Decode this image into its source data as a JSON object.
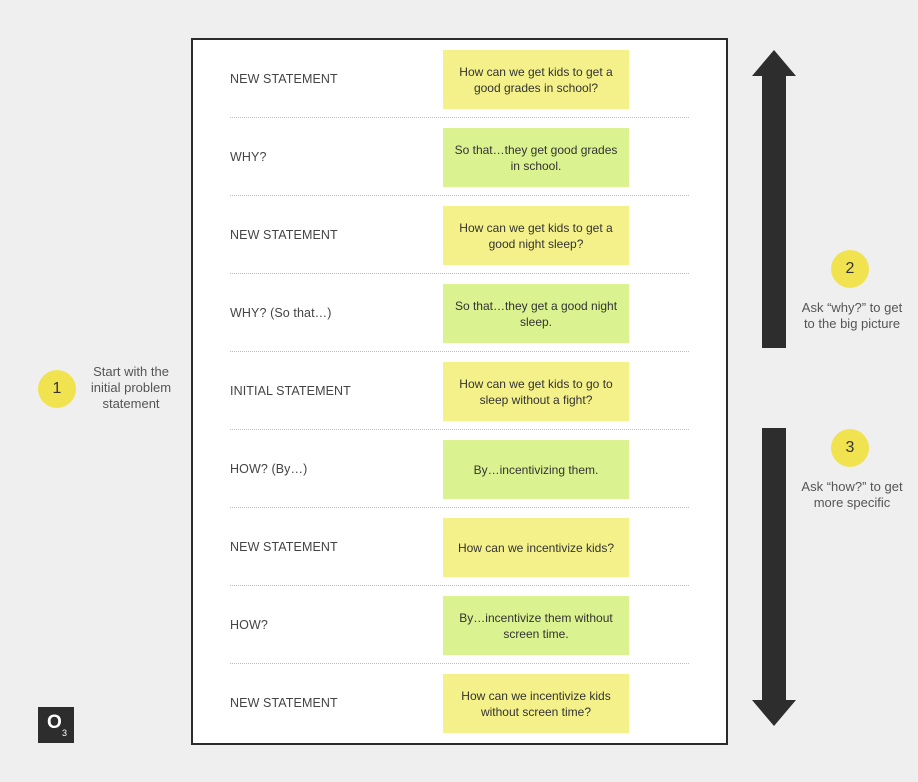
{
  "rows": [
    {
      "label": "NEW STATEMENT",
      "note": "How can we get kids to get a good grades in school?",
      "color": "#f4f18a"
    },
    {
      "label": "WHY?",
      "note": "So that…they get good grades in school.",
      "color": "#daf28f"
    },
    {
      "label": "NEW STATEMENT",
      "note": "How can we get kids to get a good night sleep?",
      "color": "#f4f18a"
    },
    {
      "label": "WHY? (So that…)",
      "note": "So that…they get a good night sleep.",
      "color": "#daf28f"
    },
    {
      "label": "INITIAL STATEMENT",
      "note": "How can we get kids to go to sleep without a fight?",
      "color": "#f4f18a"
    },
    {
      "label": "HOW? (By…)",
      "note": "By…incentivizing them.",
      "color": "#daf28f"
    },
    {
      "label": "NEW STATEMENT",
      "note": "How can we incentivize kids?",
      "color": "#f4f18a"
    },
    {
      "label": "HOW?",
      "note": "By…incentivize them without screen time.",
      "color": "#daf28f"
    },
    {
      "label": "NEW STATEMENT",
      "note": "How can we incentivize kids without screen time?",
      "color": "#f4f18a"
    }
  ],
  "steps": [
    {
      "number": "1",
      "caption": "Start with the initial problem statement"
    },
    {
      "number": "2",
      "caption": "Ask “why?” to get to the big picture"
    },
    {
      "number": "3",
      "caption": "Ask “how?” to get more specific"
    }
  ],
  "logo": {
    "letter": "O",
    "subscript": "3"
  },
  "colors": {
    "badge": "#f1e34f",
    "arrow": "#2d2d2d",
    "statement_note": "#f4f18a",
    "answer_note": "#daf28f"
  }
}
